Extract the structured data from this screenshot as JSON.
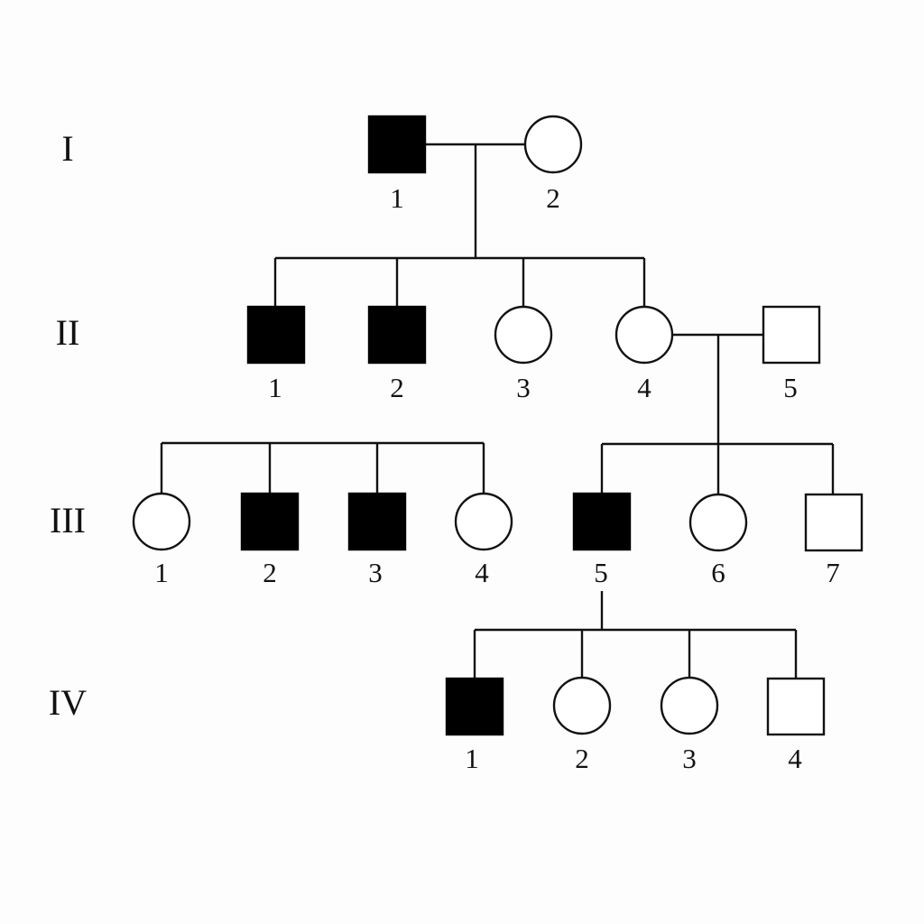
{
  "generations": [
    {
      "id": "I",
      "label": "I"
    },
    {
      "id": "II",
      "label": "II"
    },
    {
      "id": "III",
      "label": "III"
    },
    {
      "id": "IV",
      "label": "IV"
    }
  ],
  "individuals": [
    {
      "id": "I-1",
      "gen": "I",
      "number": "1",
      "sex": "male",
      "affected": true
    },
    {
      "id": "I-2",
      "gen": "I",
      "number": "2",
      "sex": "female",
      "affected": false
    },
    {
      "id": "II-1",
      "gen": "II",
      "number": "1",
      "sex": "male",
      "affected": true
    },
    {
      "id": "II-2",
      "gen": "II",
      "number": "2",
      "sex": "male",
      "affected": true
    },
    {
      "id": "II-3",
      "gen": "II",
      "number": "3",
      "sex": "female",
      "affected": false
    },
    {
      "id": "II-4",
      "gen": "II",
      "number": "4",
      "sex": "female",
      "affected": false
    },
    {
      "id": "II-5",
      "gen": "II",
      "number": "5",
      "sex": "male",
      "affected": false
    },
    {
      "id": "III-1",
      "gen": "III",
      "number": "1",
      "sex": "female",
      "affected": false
    },
    {
      "id": "III-2",
      "gen": "III",
      "number": "2",
      "sex": "male",
      "affected": true
    },
    {
      "id": "III-3",
      "gen": "III",
      "number": "3",
      "sex": "male",
      "affected": true
    },
    {
      "id": "III-4",
      "gen": "III",
      "number": "4",
      "sex": "female",
      "affected": false
    },
    {
      "id": "III-5",
      "gen": "III",
      "number": "5",
      "sex": "male",
      "affected": true
    },
    {
      "id": "III-6",
      "gen": "III",
      "number": "6",
      "sex": "female",
      "affected": false
    },
    {
      "id": "III-7",
      "gen": "III",
      "number": "7",
      "sex": "male",
      "affected": false
    },
    {
      "id": "IV-1",
      "gen": "IV",
      "number": "1",
      "sex": "male",
      "affected": true
    },
    {
      "id": "IV-2",
      "gen": "IV",
      "number": "2",
      "sex": "female",
      "affected": false
    },
    {
      "id": "IV-3",
      "gen": "IV",
      "number": "3",
      "sex": "female",
      "affected": false
    },
    {
      "id": "IV-4",
      "gen": "IV",
      "number": "4",
      "sex": "male",
      "affected": false
    }
  ],
  "relationships": [
    {
      "id": "I-1_I-2",
      "partners": [
        "I-1",
        "I-2"
      ],
      "children": [
        "II-1",
        "II-2",
        "II-3",
        "II-4"
      ]
    },
    {
      "id": "II-4_II-5",
      "partners": [
        "II-4",
        "II-5"
      ],
      "children": [
        "III-5",
        "III-6",
        "III-7"
      ]
    },
    {
      "id": "III-1..4",
      "partners": [],
      "children": [
        "III-1",
        "III-2",
        "III-3",
        "III-4"
      ]
    },
    {
      "id": "III-5",
      "partners": [
        "III-5"
      ],
      "children": [
        "IV-1",
        "IV-2",
        "IV-3",
        "IV-4"
      ]
    }
  ],
  "colors": {
    "affected": "#000000",
    "unaffected": "#ffffff",
    "stroke": "#111111"
  }
}
